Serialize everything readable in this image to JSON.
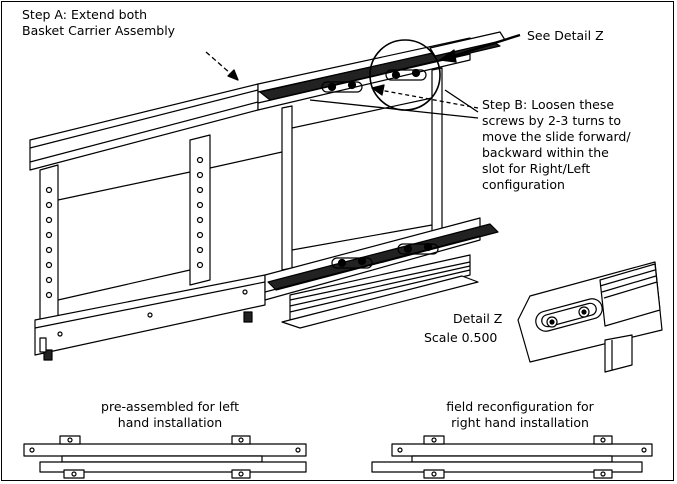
{
  "annotations": {
    "step_a": [
      "Step A: Extend both",
      "Basket Carrier Assembly"
    ],
    "see_detail": "See Detail Z",
    "step_b": [
      "Step B: Loosen these",
      "screws by 2-3 turns to",
      "move the slide forward/",
      "backward within the",
      "slot for Right/Left",
      "configuration"
    ],
    "detail_title": "Detail Z",
    "detail_scale": "Scale 0.500"
  },
  "bottom_views": {
    "left": [
      "pre-assembled for left",
      "hand installation"
    ],
    "right": [
      "field reconfiguration for",
      "right hand installation"
    ]
  }
}
